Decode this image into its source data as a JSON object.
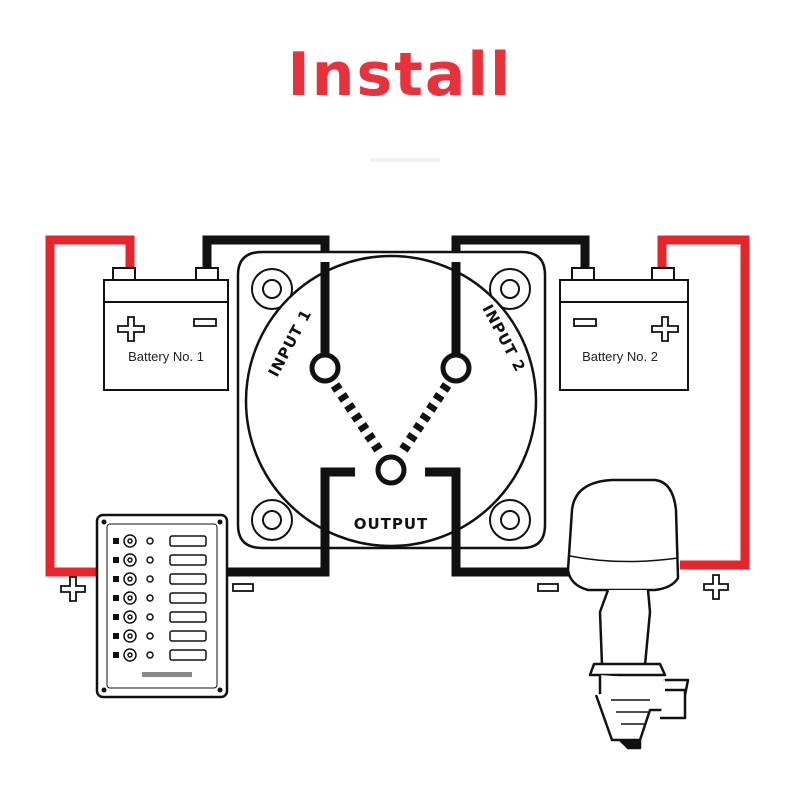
{
  "title": "Install",
  "colors": {
    "title": "#e8313a",
    "positive_wire": "#e5252b",
    "negative_wire": "#111111"
  },
  "battery1": {
    "label": "Battery No. 1"
  },
  "battery2": {
    "label": "Battery No. 2"
  },
  "switch": {
    "input1": "INPUT 1",
    "input2": "INPUT 2",
    "output": "OUTPUT"
  },
  "icons": [
    "plus-symbol",
    "minus-symbol",
    "battery",
    "battery-switch",
    "switch-panel",
    "outboard-motor"
  ]
}
